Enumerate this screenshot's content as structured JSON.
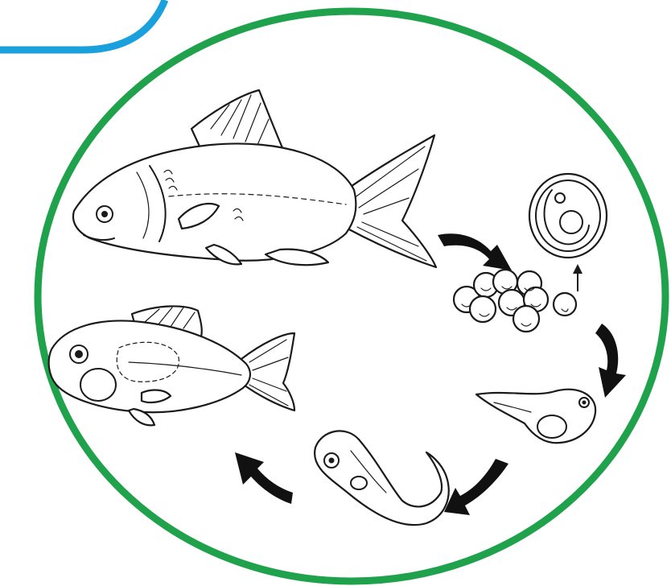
{
  "diagram": {
    "stages": [
      {
        "id": "adult",
        "icon": "adult-fish-icon"
      },
      {
        "id": "eggs",
        "icon": "eggs-icon"
      },
      {
        "id": "embryo",
        "icon": "embryo-icon"
      },
      {
        "id": "larva",
        "icon": "larva-icon"
      },
      {
        "id": "fry",
        "icon": "fry-icon"
      },
      {
        "id": "juvenile",
        "icon": "juvenile-fish-icon"
      }
    ],
    "colors": {
      "cycle_ring": "#1fa24b",
      "corner_tab": "#1aa0dc",
      "ink": "#1a1a1a",
      "arrow": "#111111",
      "background": "#ffffff"
    }
  }
}
